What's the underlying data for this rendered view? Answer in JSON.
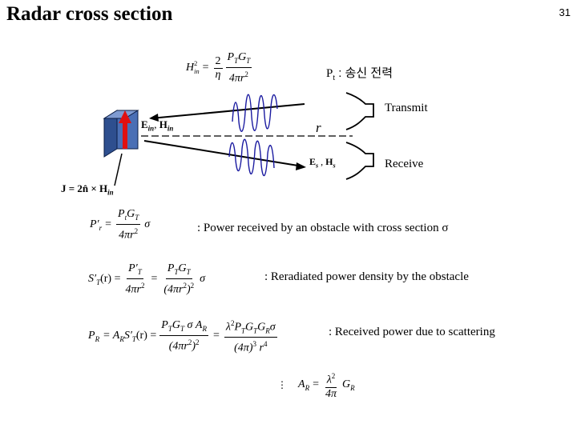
{
  "slide": {
    "title": "Radar cross section",
    "page_number": "31"
  },
  "diagram": {
    "pt_label": "P",
    "pt_sub": "t",
    "pt_suffix": " : 송신 전력",
    "transmit_label": "Transmit",
    "receive_label": "Receive",
    "range_label": "r",
    "incident_field_label": "E",
    "incident_field_sub": "in",
    "incident_h_label": "H",
    "incident_h_sub": "in",
    "scattered_field_label": "E",
    "scattered_field_sub": "s",
    "scattered_h_label": "H",
    "scattered_h_sub": "s",
    "current_eq": "J = 2n̂ × H",
    "current_eq_sub": "in"
  },
  "equations": {
    "h_in": {
      "lhs": "H",
      "lhs_sup": "2",
      "lhs_sub": "in",
      "eq": "=",
      "f1_num": "2",
      "f1_den": "η",
      "f2_num": "P",
      "f2_num_sub": "T",
      "f2_num_b": "G",
      "f2_num_b_sub": "T",
      "f2_den": "4πr",
      "f2_den_sup": "2"
    },
    "power_received": {
      "lhs": "P′",
      "lhs_sub": "r",
      "num": "P",
      "num_sub": "t",
      "num_b": "G",
      "num_b_sub": "T",
      "den": "4πr",
      "den_sup": "2",
      "tail": "σ",
      "desc": ": Power received by an obstacle with cross section σ"
    },
    "reradiated": {
      "lhs": "S′",
      "lhs_sub": "T",
      "lhs_arg": "(r) =",
      "f1_num": "P′",
      "f1_num_sub": "T",
      "f1_den": "4πr",
      "f1_den_sup": "2",
      "f2_num": "P",
      "f2_num_sub": "T",
      "f2_num_b": "G",
      "f2_num_b_sub": "T",
      "f2_den": "(4πr",
      "f2_den_sup": "2",
      "f2_den_tail": ")",
      "f2_den_tail_sup": "2",
      "tail": "σ",
      "desc": ": Reradiated power density by the obstacle"
    },
    "scattering": {
      "lhs": "P",
      "lhs_sub": "R",
      "mid": "= A",
      "mid_sub": "R",
      "mid_b": "S′",
      "mid_b_sub": "T",
      "mid_c": "(r) =",
      "f1_num": "P",
      "f1_num_sub": "T",
      "f1_num_b": "G",
      "f1_num_b_sub": "T",
      "f1_num_c": "σ A",
      "f1_num_c_sub": "R",
      "f1_den": "(4πr",
      "f1_den_sup": "2",
      "f1_den_tail": ")",
      "f1_den_tail_sup": "2",
      "f2_num": "λ",
      "f2_num_sup": "2",
      "f2_num_b": "P",
      "f2_num_b_sub": "T",
      "f2_num_c": "G",
      "f2_num_c_sub": "T",
      "f2_num_d": "G",
      "f2_num_d_sub": "R",
      "f2_num_e": "σ",
      "f2_den": "(4π)",
      "f2_den_sup": "3",
      "f2_den_b": "r",
      "f2_den_b_sup": "4",
      "desc": ": Received power due to scattering"
    },
    "aperture": {
      "bullet": "⋮",
      "lhs": "A",
      "lhs_sub": "R",
      "eq": "=",
      "num": "λ",
      "num_sup": "2",
      "den": "4π",
      "tail": "G",
      "tail_sub": "R"
    }
  },
  "colors": {
    "arrow": "#e01010",
    "plate_front": "#4a6fb5",
    "plate_side": "#2e4f8f",
    "wave": "#1a1aa0"
  }
}
